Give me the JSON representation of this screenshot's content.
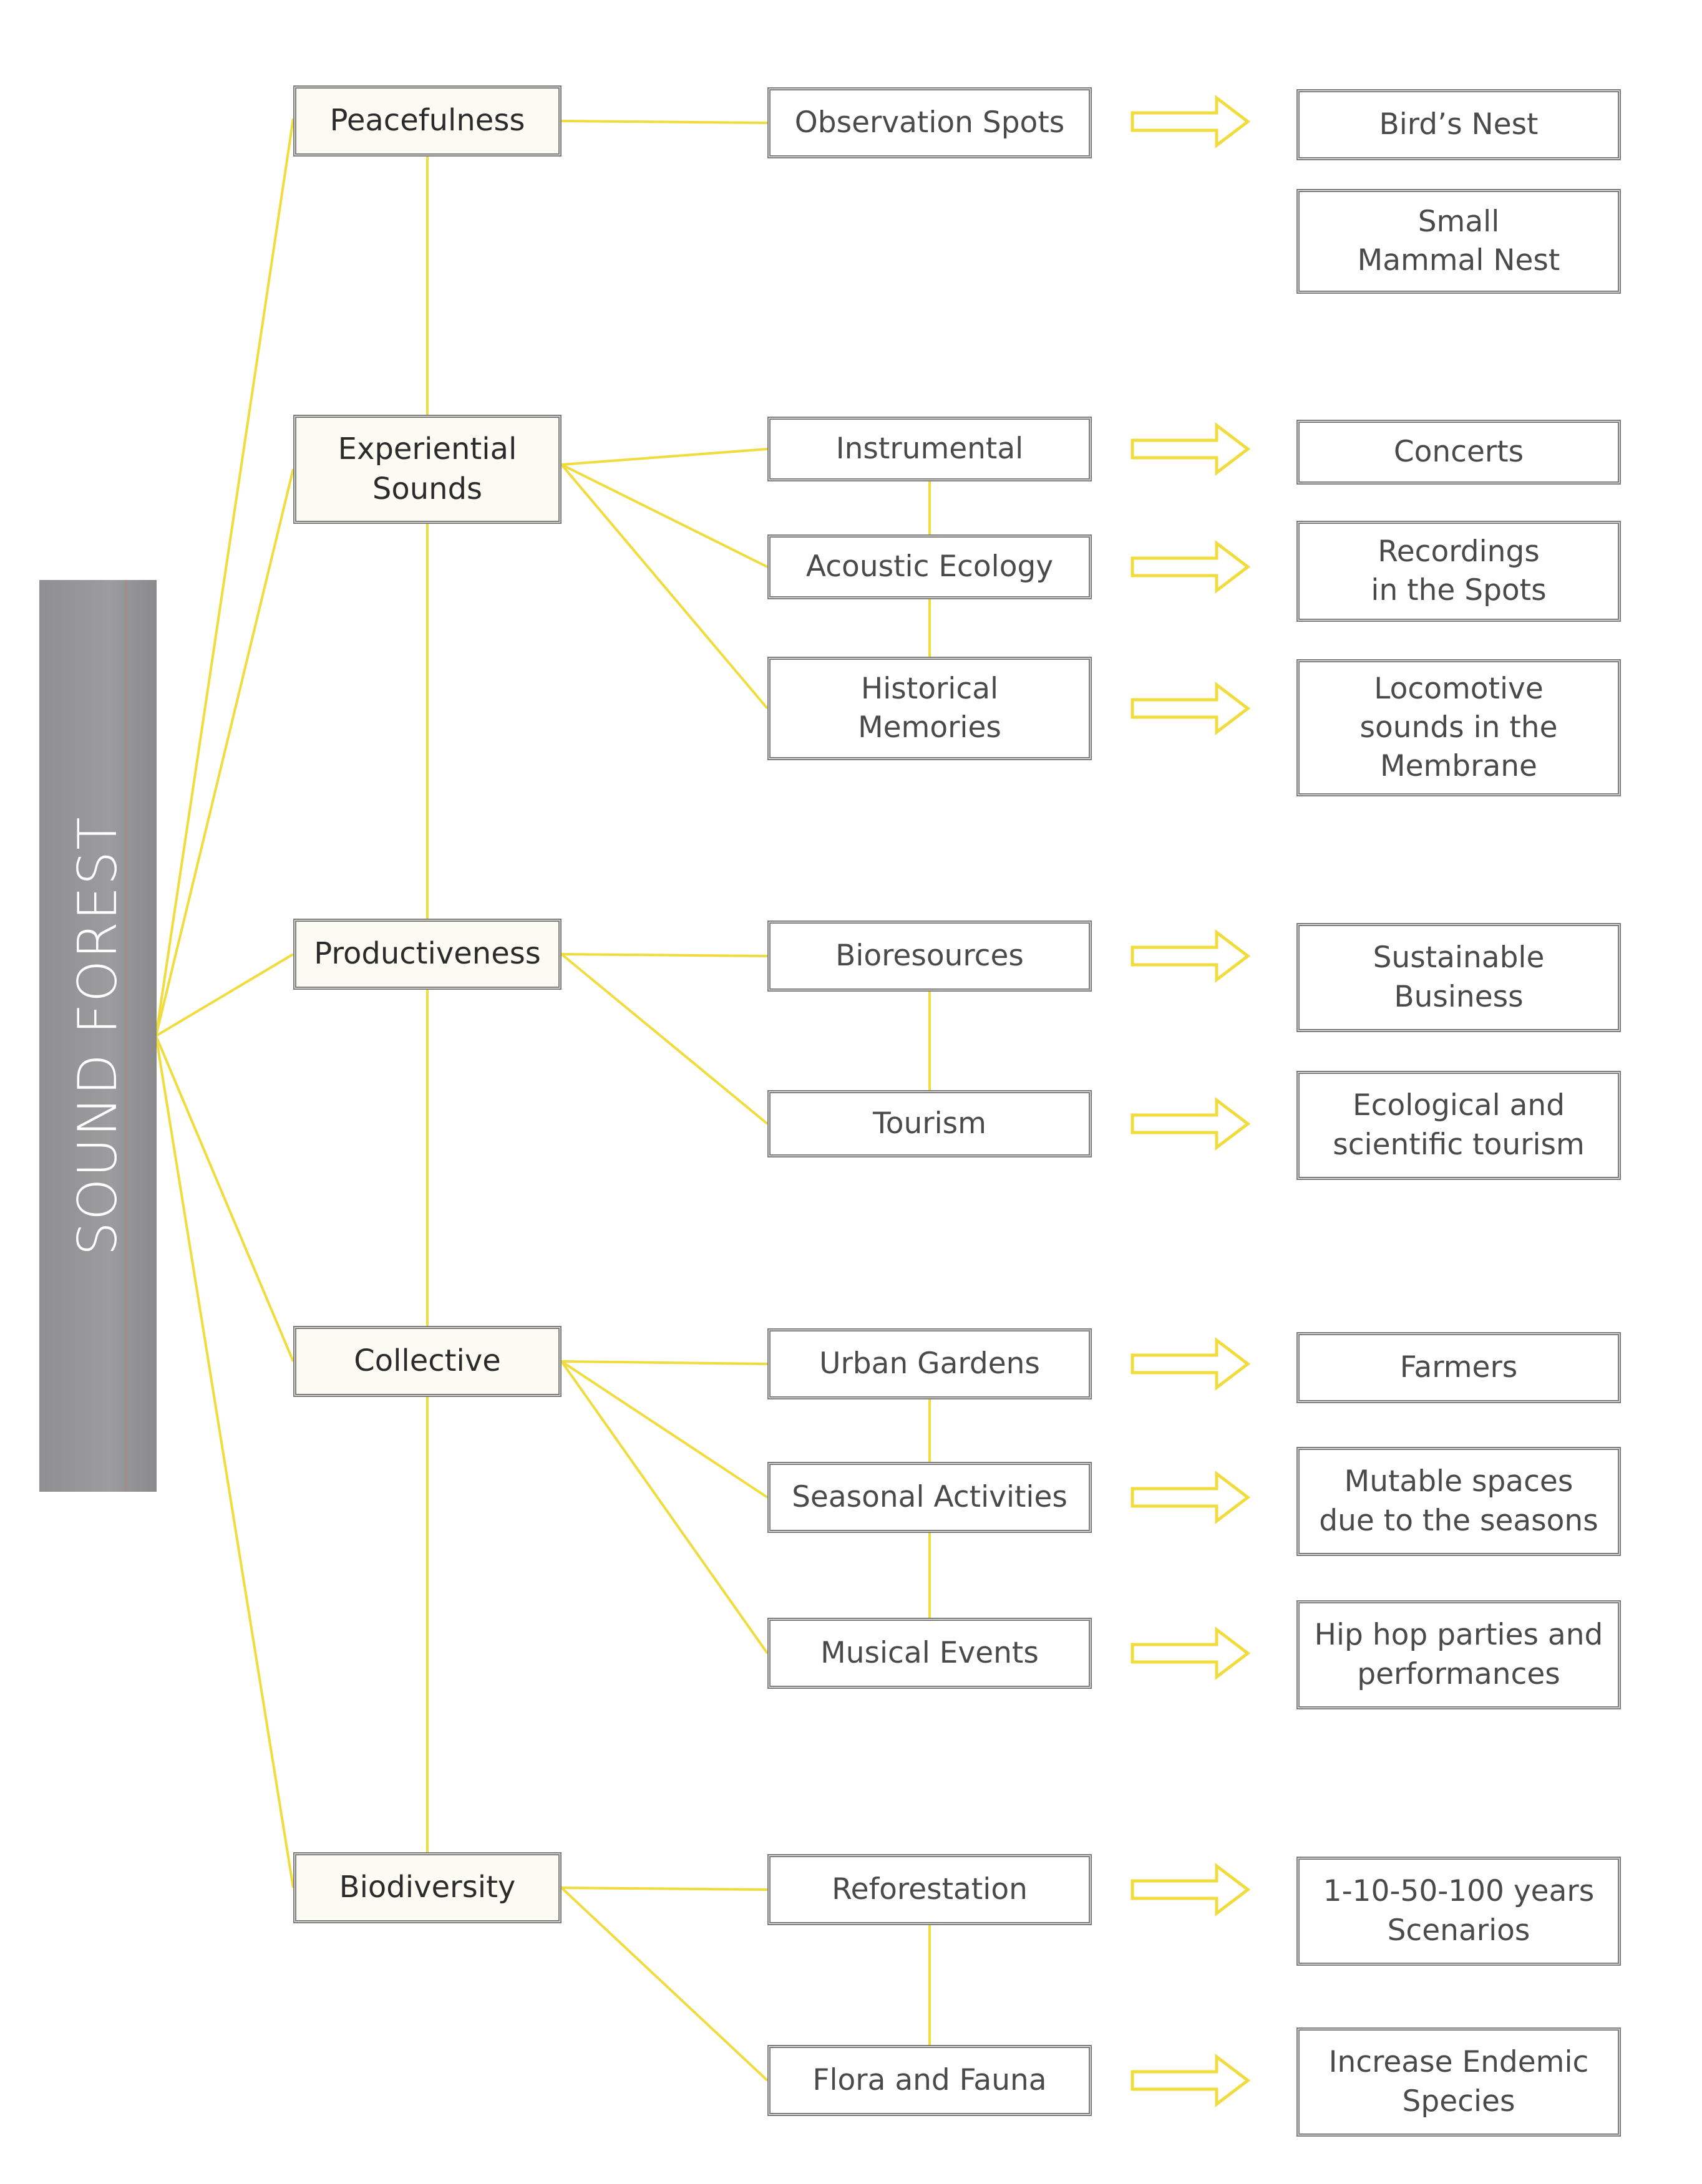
{
  "side_title": "SOUND FOREST",
  "colors": {
    "connector": "#f0dc3c",
    "box_border": "#7b7b7b",
    "side_band": "#9a9a9c"
  },
  "themes": [
    {
      "label": "Peacefulness",
      "activities": [
        {
          "label": "Observation Spots",
          "outcomes": [
            "Bird’s Nest",
            "Small\nMammal Nest"
          ]
        }
      ]
    },
    {
      "label": "Experiential\nSounds",
      "activities": [
        {
          "label": "Instrumental",
          "outcomes": [
            "Concerts"
          ]
        },
        {
          "label": "Acoustic Ecology",
          "outcomes": [
            "Recordings\nin the Spots"
          ]
        },
        {
          "label": "Historical\nMemories",
          "outcomes": [
            "Locomotive\nsounds in the\nMembrane"
          ]
        }
      ]
    },
    {
      "label": "Productiveness",
      "activities": [
        {
          "label": "Bioresources",
          "outcomes": [
            "Sustainable\nBusiness"
          ]
        },
        {
          "label": "Tourism",
          "outcomes": [
            "Ecological and\nscientific tourism"
          ]
        }
      ]
    },
    {
      "label": "Collective",
      "activities": [
        {
          "label": "Urban Gardens",
          "outcomes": [
            "Farmers"
          ]
        },
        {
          "label": "Seasonal Activities",
          "outcomes": [
            "Mutable spaces\ndue to the seasons"
          ]
        },
        {
          "label": "Musical Events",
          "outcomes": [
            "Hip hop parties and\nperformances"
          ]
        }
      ]
    },
    {
      "label": "Biodiversity",
      "activities": [
        {
          "label": "Reforestation",
          "outcomes": [
            "1-10-50-100 years\nScenarios"
          ]
        },
        {
          "label": "Flora and Fauna",
          "outcomes": [
            "Increase Endemic\nSpecies"
          ]
        }
      ]
    }
  ]
}
